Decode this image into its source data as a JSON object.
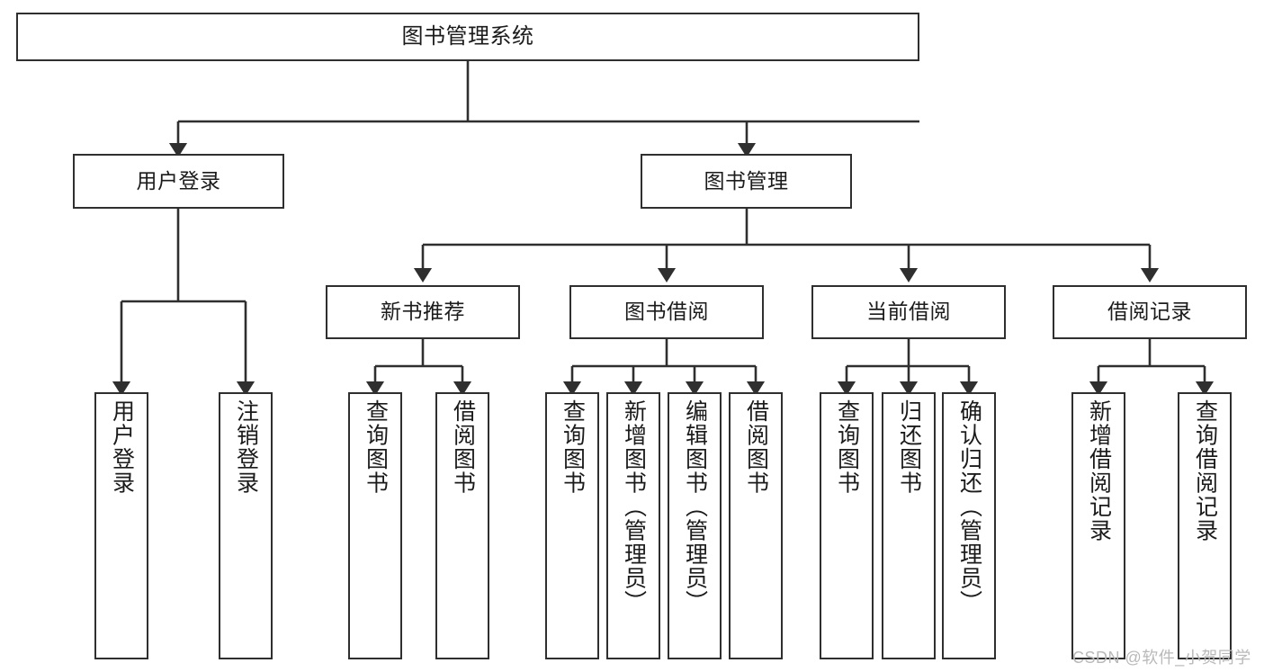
{
  "diagram": {
    "title": "图书管理系统",
    "watermark": "CSDN @软件_小贺同学",
    "colors": {
      "box_border": "#2f2f2f",
      "box_fill": "#ffffff",
      "edge": "#2f2f2f",
      "text": "#1b1b1b",
      "watermark": "#b9b9b9",
      "background": "#ffffff"
    },
    "nodes": {
      "root": {
        "label": "图书管理系统"
      },
      "level2": [
        {
          "id": "user-login",
          "label": "用户登录"
        },
        {
          "id": "book-management",
          "label": "图书管理"
        }
      ],
      "level3": [
        {
          "id": "new-book-recommend",
          "label": "新书推荐"
        },
        {
          "id": "book-borrow",
          "label": "图书借阅"
        },
        {
          "id": "current-borrow",
          "label": "当前借阅"
        },
        {
          "id": "borrow-record",
          "label": "借阅记录"
        }
      ],
      "leaves": {
        "user-login": [
          {
            "id": "leaf-user-login",
            "label": "用户登录"
          },
          {
            "id": "leaf-logout",
            "label": "注销登录"
          }
        ],
        "new-book-recommend": [
          {
            "id": "leaf-query-book-1",
            "label": "查询图书"
          },
          {
            "id": "leaf-borrow-book-1",
            "label": "借阅图书"
          }
        ],
        "book-borrow": [
          {
            "id": "leaf-query-book-2",
            "label": "查询图书"
          },
          {
            "id": "leaf-add-book",
            "label": "新增图书（管理员）"
          },
          {
            "id": "leaf-edit-book",
            "label": "编辑图书（管理员）"
          },
          {
            "id": "leaf-borrow-book-2",
            "label": "借阅图书"
          }
        ],
        "current-borrow": [
          {
            "id": "leaf-query-book-3",
            "label": "查询图书"
          },
          {
            "id": "leaf-return-book",
            "label": "归还图书"
          },
          {
            "id": "leaf-confirm-return",
            "label": "确认归还（管理员）"
          }
        ],
        "borrow-record": [
          {
            "id": "leaf-add-record",
            "label": "新增借阅记录"
          },
          {
            "id": "leaf-query-record",
            "label": "查询借阅记录"
          }
        ]
      }
    }
  }
}
